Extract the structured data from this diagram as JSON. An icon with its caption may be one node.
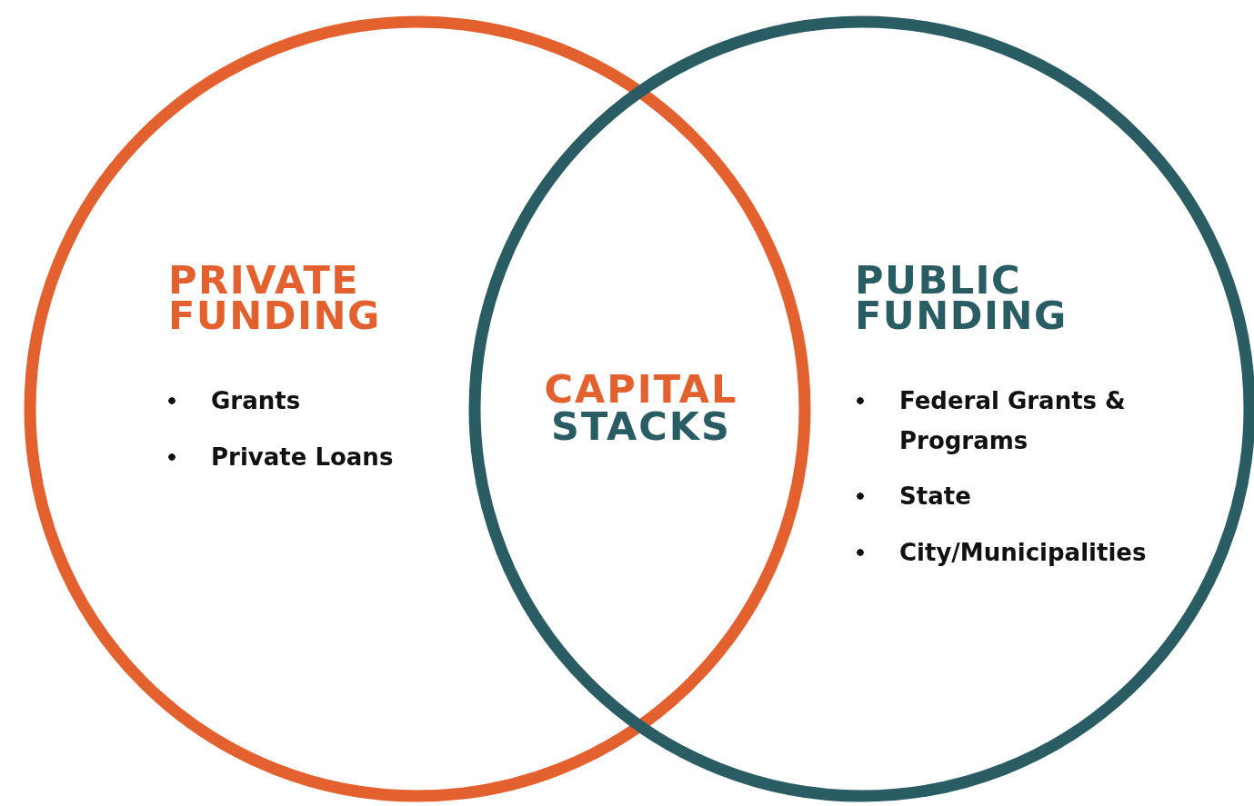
{
  "diagram": {
    "nodes": [
      {
        "text": [
          "PRIVATE FUNDING",
          "Grants",
          "Private Loans"
        ]
      },
      {
        "text": [
          "PUBLIC FUNDING",
          "Federal Grants & Programs",
          "State",
          "City/Municipalities"
        ]
      }
    ],
    "edges": [],
    "labels": [
      "CAPITAL",
      "STACKS"
    ]
  }
}
